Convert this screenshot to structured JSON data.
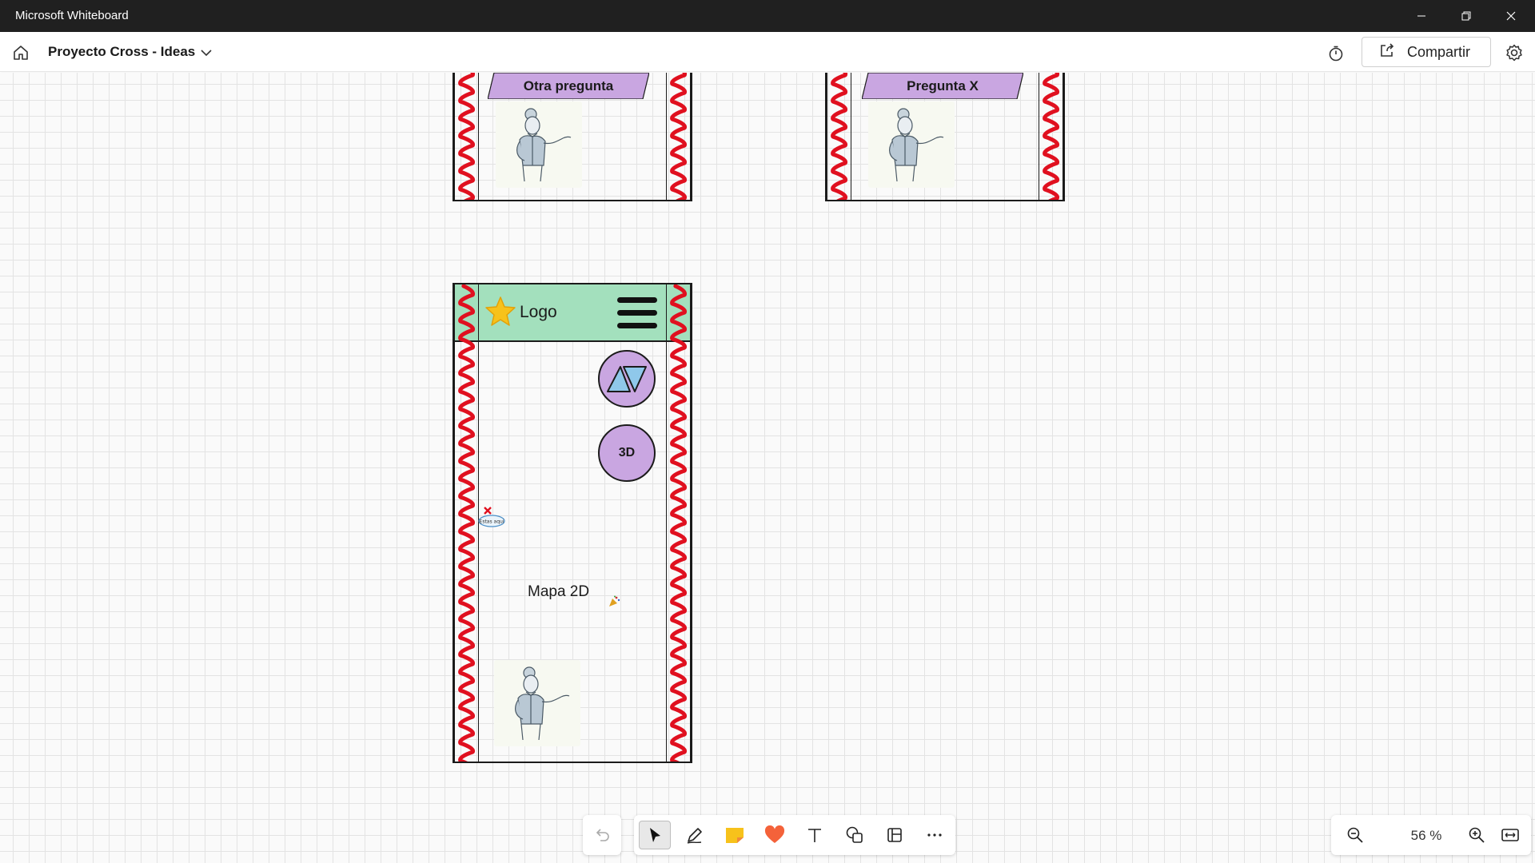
{
  "window": {
    "app_title": "Microsoft Whiteboard",
    "minimize_icon": "minimize-icon",
    "restore_icon": "restore-icon",
    "close_icon": "close-icon"
  },
  "header": {
    "board_title": "Proyecto Cross - Ideas",
    "share_label": "Compartir",
    "icons": [
      "home-icon",
      "chevron-down-icon",
      "timer-icon",
      "share-icon",
      "gear-icon"
    ]
  },
  "board": {
    "frame_top_left": {
      "label": "Otra pregunta"
    },
    "frame_top_right": {
      "label": "Pregunta X"
    },
    "phone_mockup": {
      "logo_text": "Logo",
      "button_3d": "3D",
      "map_label": "Mapa 2D",
      "marker_note": "Estas aqui"
    }
  },
  "toolbar": {
    "tools": [
      "undo-icon",
      "select-icon",
      "pen-icon",
      "sticky-note-icon",
      "reaction-heart-icon",
      "text-icon",
      "shapes-icon",
      "templates-icon",
      "more-icon"
    ],
    "active_tool": "select-icon"
  },
  "zoom": {
    "value": "56 %"
  },
  "colors": {
    "titlebar": "#202020",
    "frame_label_fill": "#c9a6e1",
    "phone_header_fill": "#a3e0bd",
    "zigzag_red": "#e0101f"
  }
}
